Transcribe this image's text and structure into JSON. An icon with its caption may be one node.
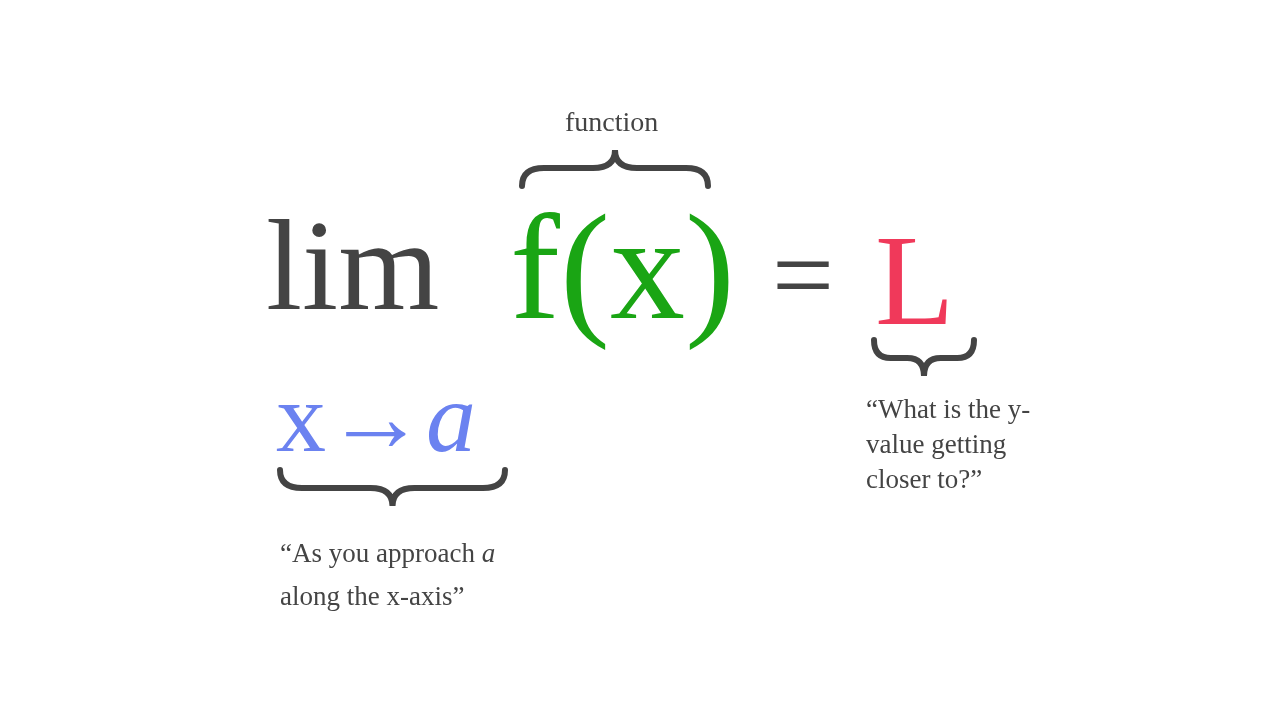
{
  "diagram": {
    "labels": [
      "function",
      "lim",
      "f(x)",
      "=",
      "L",
      "x→*a*",
      "“As you approach *a* along the x-axis”",
      "“What is the y-value getting closer to?”"
    ]
  }
}
